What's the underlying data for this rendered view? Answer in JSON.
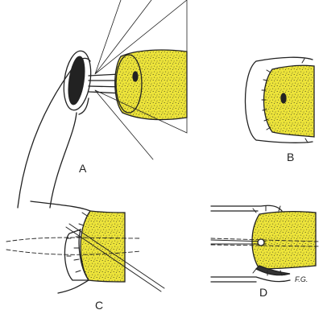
{
  "figure": {
    "panels": [
      {
        "id": "A",
        "label": "A"
      },
      {
        "id": "B",
        "label": "B"
      },
      {
        "id": "C",
        "label": "C"
      },
      {
        "id": "D",
        "label": "D"
      }
    ],
    "artist_initials": "F.G."
  },
  "colors": {
    "ink": "#222222",
    "tissue_fill": "#ece33a",
    "stipple": "#3a3a20",
    "background": "#ffffff"
  }
}
